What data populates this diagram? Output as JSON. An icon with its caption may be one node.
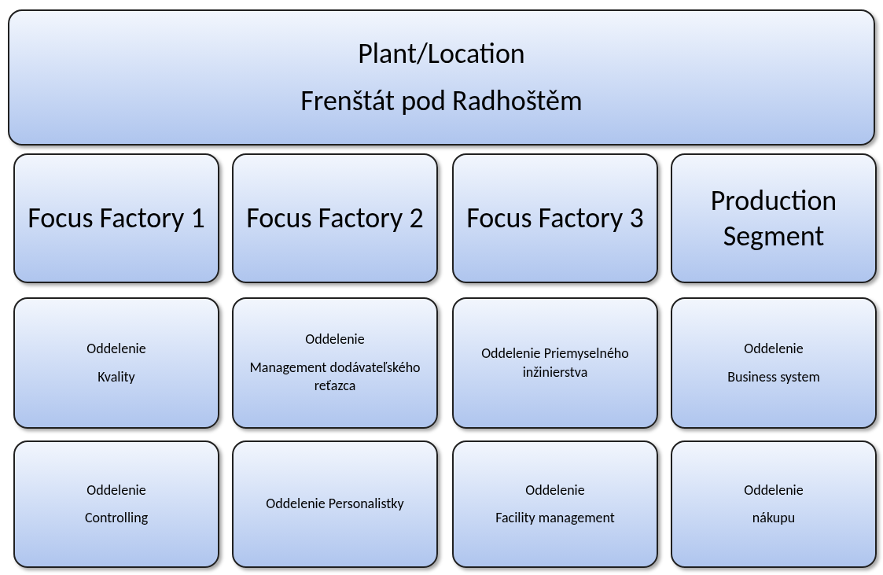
{
  "diagram": {
    "nodes": [
      {
        "text": [
          "Plant/Location",
          "Frenštát pod Radhoštěm"
        ]
      },
      {
        "text": [
          "Focus Factory 1"
        ]
      },
      {
        "text": [
          "Focus Factory 2"
        ]
      },
      {
        "text": [
          "Focus Factory 3"
        ]
      },
      {
        "text": [
          "Production Segment"
        ]
      },
      {
        "text": [
          "Oddelenie",
          "Kvality"
        ]
      },
      {
        "text": [
          "Oddelenie",
          "Management dodávateľského reťazca"
        ]
      },
      {
        "text": [
          "Oddelenie Priemyselného inžinierstva"
        ]
      },
      {
        "text": [
          "Oddelenie",
          "Business system"
        ]
      },
      {
        "text": [
          "Oddelenie",
          "Controlling"
        ]
      },
      {
        "text": [
          "Oddelenie Personalistky"
        ]
      },
      {
        "text": [
          "Oddelenie",
          "Facility management"
        ]
      },
      {
        "text": [
          "Oddelenie",
          "nákupu"
        ]
      }
    ]
  }
}
